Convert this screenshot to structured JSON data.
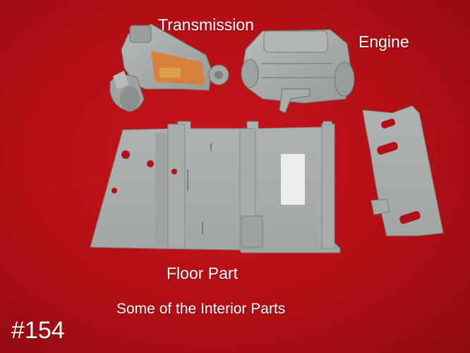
{
  "labels": {
    "transmission": "Transmission",
    "engine": "Engine",
    "floor_part": "Floor Part",
    "caption": "Some of the Interior Parts",
    "photo_number": "#154"
  },
  "colors": {
    "background": "#b50f16",
    "part_gray": "#a7aba8",
    "text": "#ffffff",
    "transmission_accent": "#e07a2a"
  }
}
